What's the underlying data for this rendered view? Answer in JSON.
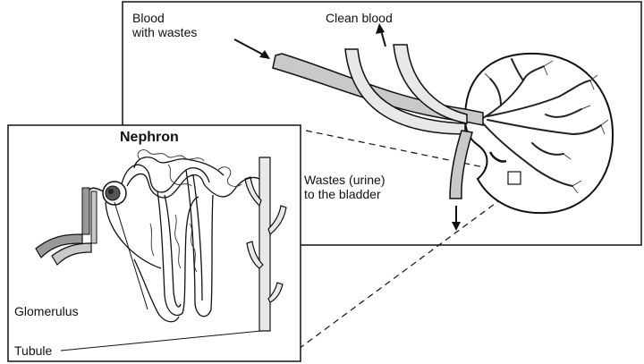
{
  "diagram": {
    "labels": {
      "blood_in_line1": "Blood",
      "blood_in_line2": "with wastes",
      "clean_blood": "Clean blood",
      "wastes_line1": "Wastes (urine)",
      "wastes_line2": "to the bladder",
      "nephron_title": "Nephron",
      "glomerulus": "Glomerulus",
      "tubule": "Tubule"
    }
  }
}
